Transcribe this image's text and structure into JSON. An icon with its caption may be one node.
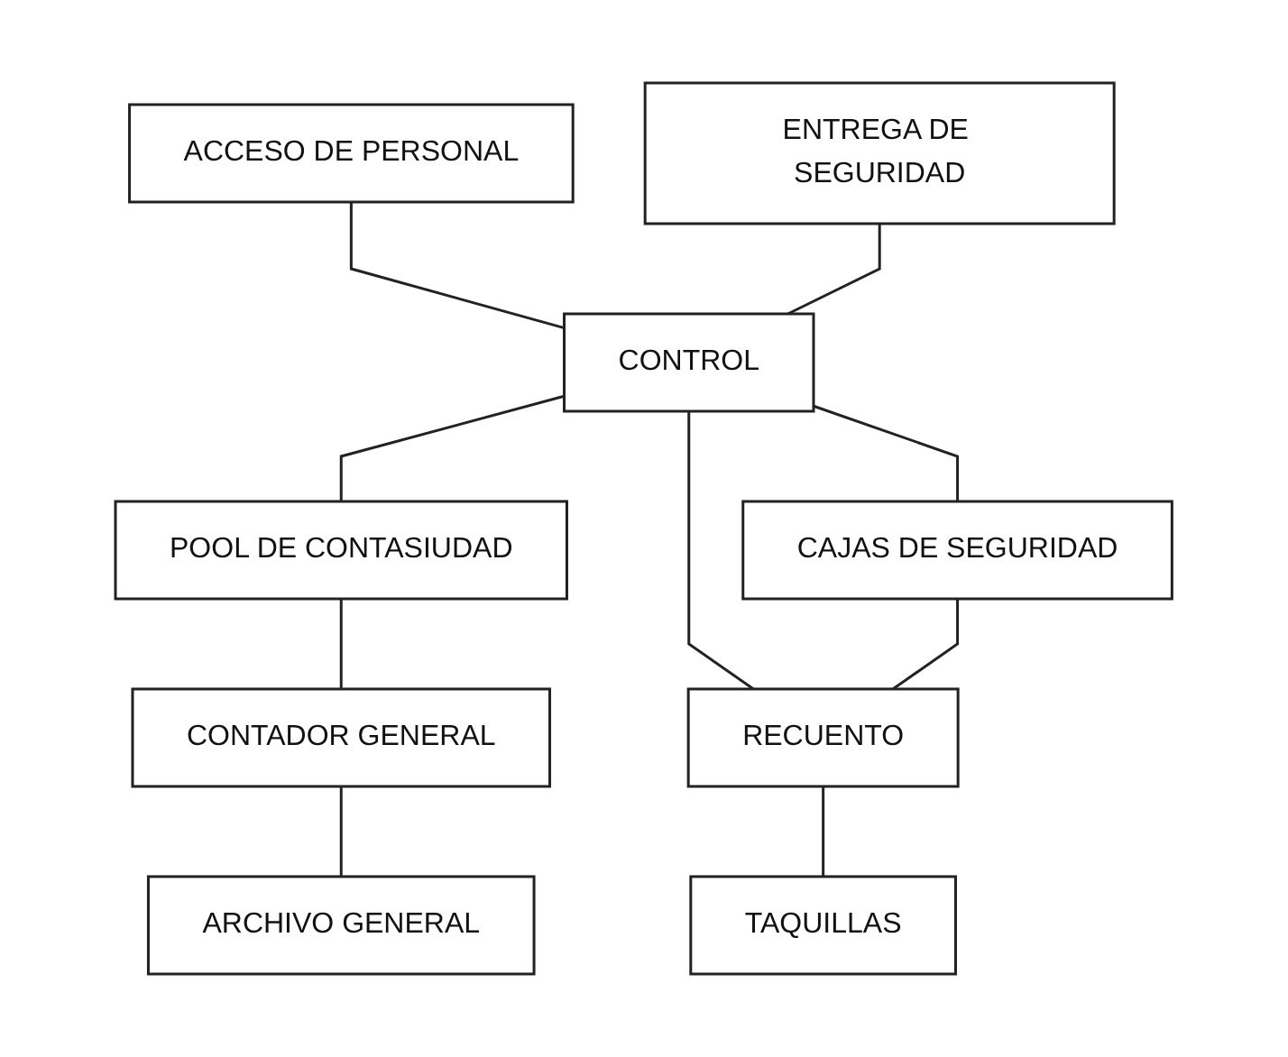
{
  "diagram": {
    "nodes": [
      {
        "text": [
          "ACCESO DE PERSONAL"
        ]
      },
      {
        "text": [
          "ENTREGA DE SEGURIDAD"
        ]
      },
      {
        "text": [
          "CONTROL"
        ]
      },
      {
        "text": [
          "POOL DE CONTASIUDAD"
        ]
      },
      {
        "text": [
          "CAJAS DE SEGURIDAD"
        ]
      },
      {
        "text": [
          "RECUENTO"
        ]
      },
      {
        "text": [
          "CONTADOR GENERAL"
        ]
      },
      {
        "text": [
          "TAQUILLAS"
        ]
      },
      {
        "text": [
          "ARCHIVO GENERAL"
        ]
      }
    ],
    "edges": [
      {
        "from": 0,
        "to": 2,
        "arrow": "none"
      },
      {
        "from": 1,
        "to": 2,
        "arrow": "none"
      },
      {
        "from": 2,
        "to": 3,
        "arrow": "none"
      },
      {
        "from": 2,
        "to": 4,
        "arrow": "none"
      },
      {
        "from": 2,
        "to": 5,
        "arrow": "none"
      },
      {
        "from": 4,
        "to": 5,
        "arrow": "none"
      },
      {
        "from": 3,
        "to": 6,
        "arrow": "none"
      },
      {
        "from": 5,
        "to": 7,
        "arrow": "none"
      },
      {
        "from": 6,
        "to": 8,
        "arrow": "none"
      }
    ]
  }
}
